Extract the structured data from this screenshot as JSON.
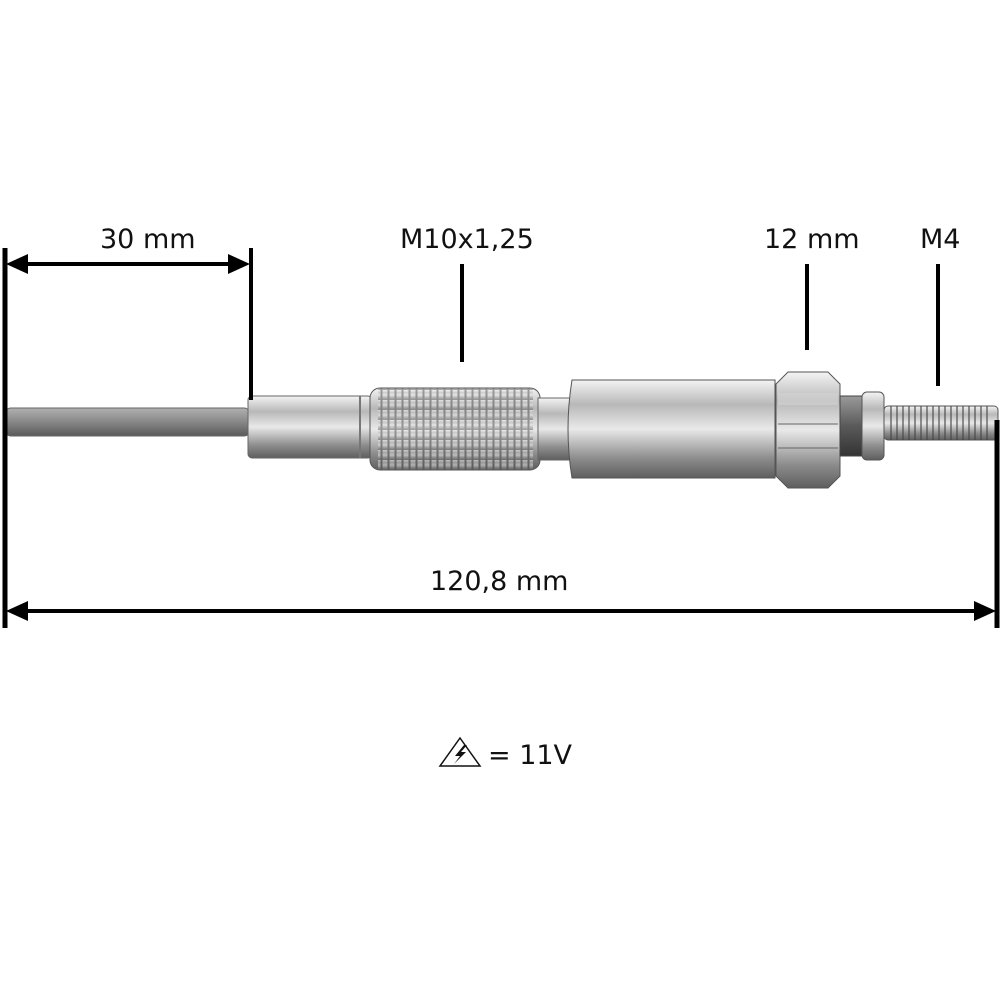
{
  "dimensions": {
    "tip_length": "30 mm",
    "thread": "M10x1,25",
    "hex": "12 mm",
    "terminal_thread": "M4",
    "overall_length": "120,8 mm"
  },
  "voltage": {
    "icon": "warning-lightning-icon",
    "text": "= 11V"
  }
}
